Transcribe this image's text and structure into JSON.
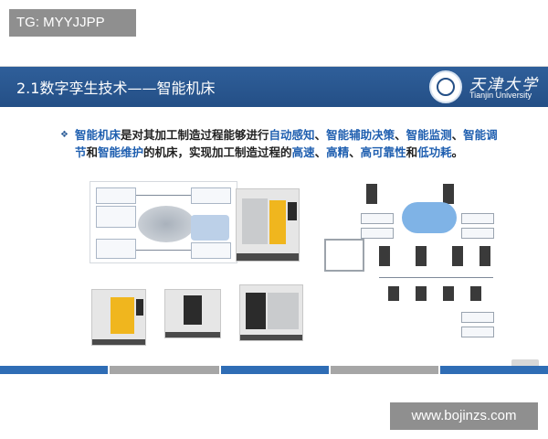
{
  "tag": "TG: MYYJJPP",
  "slide": {
    "title": "2.1数字孪生技术——智能机床",
    "university_cn": "天津大学",
    "university_en": "Tianjin University",
    "description_parts": [
      {
        "text": "智能机床",
        "highlight": true
      },
      {
        "text": "是对其加工制造过程能够进行",
        "highlight": false
      },
      {
        "text": "自动感知",
        "highlight": true
      },
      {
        "text": "、",
        "highlight": false
      },
      {
        "text": "智能辅助决策",
        "highlight": true
      },
      {
        "text": "、",
        "highlight": false
      },
      {
        "text": "智能监测",
        "highlight": true
      },
      {
        "text": "、",
        "highlight": false
      },
      {
        "text": "智能调节",
        "highlight": true
      },
      {
        "text": "和",
        "highlight": false
      },
      {
        "text": "智能维护",
        "highlight": true
      },
      {
        "text": "的机床，实现加工制造过程的",
        "highlight": false
      },
      {
        "text": "高速",
        "highlight": true
      },
      {
        "text": "、",
        "highlight": false
      },
      {
        "text": "高精",
        "highlight": true
      },
      {
        "text": "、",
        "highlight": false
      },
      {
        "text": "高可靠性",
        "highlight": true
      },
      {
        "text": "和",
        "highlight": false
      },
      {
        "text": "低功耗",
        "highlight": true
      },
      {
        "text": "。",
        "highlight": false
      }
    ],
    "footer_colors": [
      "#2f6db5",
      "#a6a6a6",
      "#2f6db5",
      "#a6a6a6",
      "#2f6db5"
    ],
    "accent": "#244f86"
  },
  "watermark": "www.bojinzs.com"
}
